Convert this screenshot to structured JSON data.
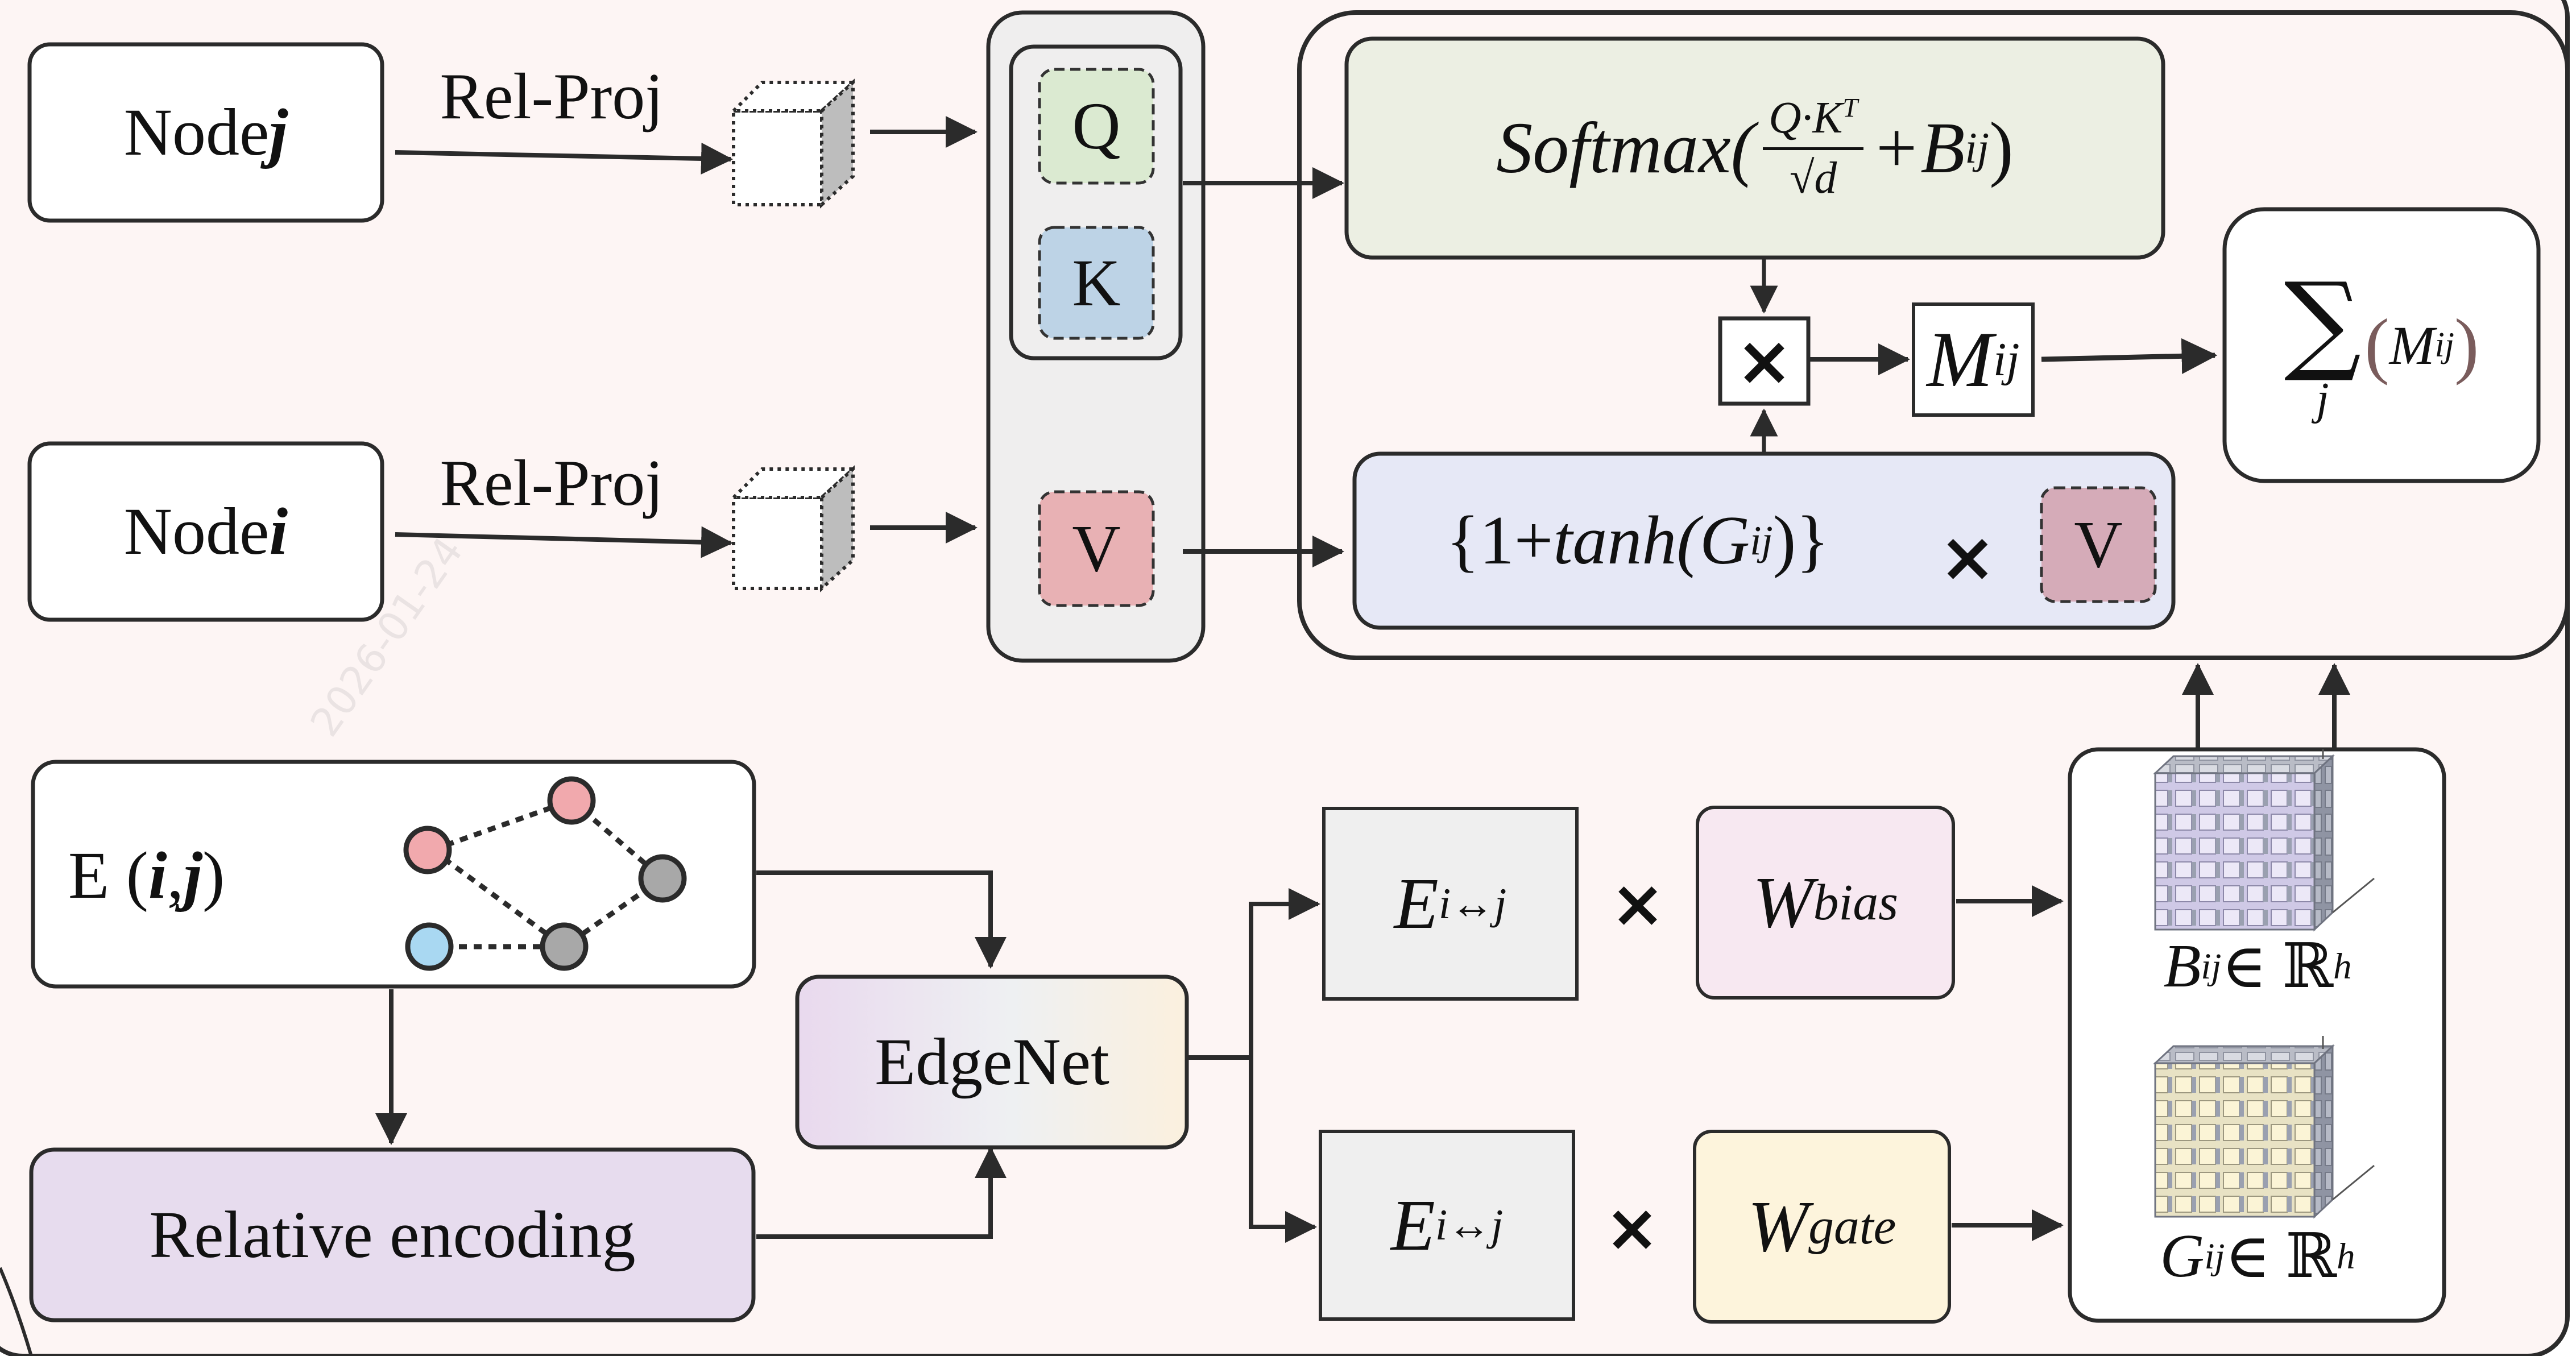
{
  "colors": {
    "panel_bg": "#fdf5f4",
    "gray_panel": "#efeeee",
    "softmax_box": "#ecefe3",
    "gate_box": "#e6e8f6",
    "q_fill": "#dbead1",
    "k_fill": "#bdd3e6",
    "v_fill": "#e8b1b4",
    "v2_fill": "#d5abb8",
    "e_box": "#efefef",
    "wbias_fill": "#f7e8f1",
    "wgate_fill": "#fdf4dc",
    "relenc_fill": "#e7dcee",
    "node_pink": "#f1a9ad",
    "node_blue": "#a9d8f2",
    "node_gray": "#a8a8a8",
    "stroke": "#2b2b2b"
  },
  "nodes": {
    "node_j": {
      "prefix": "Node ",
      "var": "j"
    },
    "node_i": {
      "prefix": "Node ",
      "var": "i"
    }
  },
  "rel_proj": [
    "Rel-Proj",
    "Rel-Proj"
  ],
  "qkv": {
    "q": "Q",
    "k": "K",
    "v": "V"
  },
  "softmax": {
    "fn": "Softmax(",
    "numerator": "Q·K",
    "numerator_sup": "T",
    "denominator": "√d",
    "plus": "+B",
    "sub": "ij",
    "close": ")"
  },
  "multiply_symbol": "×",
  "m_ij": {
    "base": "M",
    "sub": "ij"
  },
  "sum_block": {
    "sigma": "∑",
    "index": "j",
    "open": "(",
    "base": "M",
    "sub": "ij",
    "close": ")"
  },
  "gate": {
    "open": "{1+ ",
    "fn": "tanh",
    "arg_open": "(G",
    "sub": "ij",
    "close": ")}",
    "times": "×",
    "v": "V"
  },
  "edge": {
    "label": "E (",
    "i": "i",
    "comma": ", ",
    "j": "j",
    "close": ")"
  },
  "relative_encoding": "Relative encoding",
  "edgenet": "EdgeNet",
  "e_ij_top": {
    "base": "E",
    "sub": "i↔j"
  },
  "e_ij_bottom": {
    "base": "E",
    "sub": "i↔j"
  },
  "w_bias": {
    "base": "W",
    "sub": "bias"
  },
  "w_gate": {
    "base": "W",
    "sub": "gate"
  },
  "b_ij": {
    "base": "B",
    "sub": "ij",
    "rel": " ∈ ℝ",
    "sup": "h"
  },
  "g_ij": {
    "base": "G",
    "sub": "ij",
    "rel": " ∈ ℝ",
    "sup": "h"
  },
  "watermark": "2026-01-24"
}
